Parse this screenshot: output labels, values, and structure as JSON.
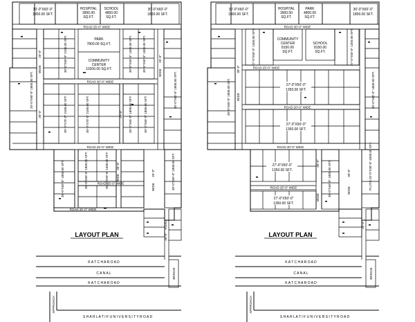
{
  "left_plan": {
    "top_plots": [
      {
        "id": "tl",
        "text": [
          "30'-0\"X60'-0\"",
          "1800.00 SFT."
        ]
      },
      {
        "id": "hospital",
        "text": [
          "HOSPITAL",
          "3900.00",
          "SQ.FT."
        ]
      },
      {
        "id": "school",
        "text": [
          "SCHOOL",
          "4800.00",
          "SQ.FT."
        ]
      },
      {
        "id": "tr",
        "text": [
          "30'-0\"X60'-0\"",
          "1800.00 SFT."
        ]
      }
    ],
    "road_labels": [
      {
        "id": "r1",
        "text": "ROAD       25'-0\"       WIDE"
      },
      {
        "id": "r2",
        "text": "ROAD       25'-0\"       WIDE"
      },
      {
        "id": "r3",
        "text": "ROAD       30'-0\"       WIDE"
      },
      {
        "id": "r4",
        "text": "ROAD       30'-0\"       WIDE"
      },
      {
        "id": "r5",
        "text": "ROAD       25'-0\"       WIDE"
      },
      {
        "id": "r6",
        "text": "ROAD       25'-0\"       WIDE"
      }
    ],
    "amenities": [
      {
        "id": "park",
        "text": [
          "PARK",
          "7800.00 SQ.FT."
        ]
      },
      {
        "id": "community",
        "text": [
          "COMMUNITY",
          "CENTER",
          "10200.00 SQ.FT."
        ]
      }
    ],
    "vertical_labels": [
      {
        "id": "v1",
        "text": "30'-0\"X60'-0\" 2100.00 SFT."
      },
      {
        "id": "v2",
        "text": "30'-0\"X50'-0\" 1500.00 SFT."
      },
      {
        "id": "v3",
        "text": "20'-0\"X90'-0\" 1800.00 SFT."
      },
      {
        "id": "v4",
        "text": "30'-0\"X70'-0\" 2100.00 SFT."
      },
      {
        "id": "v5",
        "text": "30'-0\"X60'-0\" 1800.00 SFT."
      },
      {
        "id": "v6",
        "text": "30'-0\"X50'-0\" 1500.00 SFT."
      },
      {
        "id": "v7",
        "text": "30'-0\"X60'-0\" 1800.00 SFT."
      },
      {
        "id": "v8",
        "text": "30'-0\"X60'-0\" 1800.00 SFT."
      },
      {
        "id": "v9",
        "text": "30'-0\"X60'-0\" 1800.00 SFT."
      },
      {
        "id": "v10",
        "text": "30'-0\"X60'-0\" 1800.00 SFT."
      },
      {
        "id": "v11",
        "text": "30'-0\"X50'-0\" 1500.00 SFT."
      }
    ],
    "road_vertical": [
      "25'-0\"",
      "25'-0\"",
      "25'-0\"",
      "25'-0\"",
      "30'-0\""
    ],
    "wide_vertical": [
      "WIDE",
      "WIDE",
      "WIDE",
      "WIDE"
    ],
    "mid_labels": [
      "30'-0\"",
      "30'-0\""
    ]
  },
  "right_plan": {
    "top_plots": [
      {
        "id": "tl",
        "text": [
          "30'-0\"X60'-0\"",
          "1800.00 SFT."
        ]
      },
      {
        "id": "hospital",
        "text": [
          "HOSPITAL",
          "3900.00",
          "SQ.FT."
        ]
      },
      {
        "id": "park",
        "text": [
          "PARK",
          "4800.00",
          "SQ.FT."
        ]
      },
      {
        "id": "tr",
        "text": [
          "30'-0\"X60'-0\"",
          "1800.00 SFT."
        ]
      }
    ],
    "road_labels": [
      {
        "id": "r1",
        "text": "ROAD       30'-0\"       WIDE"
      },
      {
        "id": "r2",
        "text": "ROAD       25'-0\"       WIDE"
      },
      {
        "id": "r3",
        "text": "ROAD       20'-0\"       WIDE"
      },
      {
        "id": "r4",
        "text": "ROAD       30'-0\"       WIDE"
      },
      {
        "id": "r5",
        "text": "ROAD       25'-0\"       WIDE"
      }
    ],
    "amenities": [
      {
        "id": "community",
        "text": [
          "COMMUNITY",
          "CENTER",
          "8150.00",
          "SQ.FT."
        ]
      },
      {
        "id": "school",
        "text": [
          "SCHOOL",
          "8150.00",
          "SQ.FT."
        ]
      },
      {
        "id": "row1",
        "text": [
          "27'-0\"X50'-0\"",
          "1350.00 SFT."
        ]
      },
      {
        "id": "row2",
        "text": [
          "27'-0\"X50'-0\"",
          "1350.00 SFT."
        ]
      },
      {
        "id": "row3",
        "text": [
          "27'-0\"X50'-0\"",
          "1350.00 SFT."
        ]
      },
      {
        "id": "row4",
        "text": [
          "27'-0\"X50'-0\"",
          "1350.00 SFT."
        ]
      }
    ],
    "vertical_labels": [
      {
        "id": "v1",
        "text": "27'-0\"X50'-0\" 1350.00 SFT."
      },
      {
        "id": "v2",
        "text": "27'-0\"X50'-0\" 1350.00 SFT."
      },
      {
        "id": "v3",
        "text": "30'-0\"X60'-0\" 1800.00 SFT."
      },
      {
        "id": "v4",
        "text": "30'-0\"X60'-0\" 1800.00 SFT."
      },
      {
        "id": "v5",
        "text": "30'-0\"X60'-0\" 1800.00 SFT."
      },
      {
        "id": "v6",
        "text": "PLOTS 25'-0\"X30'-0\" 4500.00 SFT."
      }
    ],
    "road_vertical": [
      "30'-0\"",
      "30'-0\"",
      "30'-0\"",
      "30'-0\""
    ],
    "wide_vertical": [
      "WIDE",
      "WIDE",
      "WIDE"
    ]
  },
  "common": {
    "layout_title": "LAYOUT  PLAN",
    "katcha_road": "K A T C H A     R O A D",
    "canal": "C A N A L",
    "university_road": "S H A H   L A T I F   U N I V E R S I T Y   R O A D",
    "approach": "APPROACH",
    "bridge": "BRIDGE",
    "side_road": "ROAD",
    "side_wide": "WIDE",
    "side_dim": "30'-0\""
  }
}
